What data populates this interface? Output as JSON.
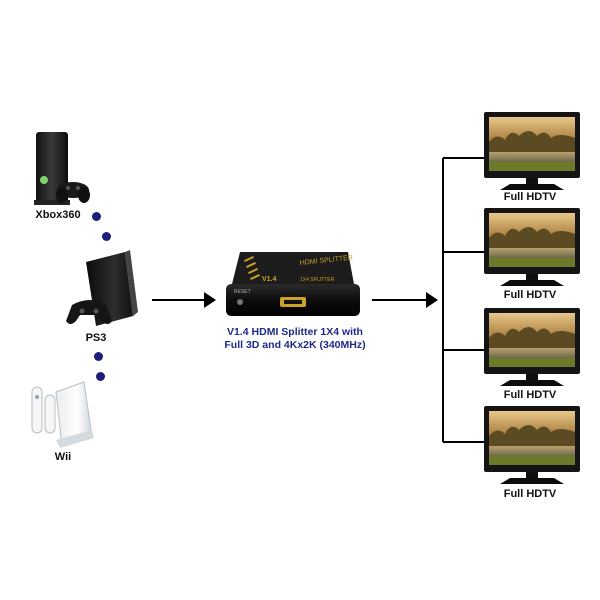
{
  "sources": [
    {
      "label": "Xbox360",
      "icon": "xbox360-console-icon"
    },
    {
      "label": "PS3",
      "icon": "ps3-console-icon"
    },
    {
      "label": "Wii",
      "icon": "wii-console-icon"
    }
  ],
  "splitter": {
    "caption_line1": "V1.4 HDMI Splitter 1X4 with",
    "caption_line2": "Full 3D and 4Kx2K (340MHz)",
    "device_text_top": "HDMI SPLITTER",
    "device_text_version": "V1.4",
    "device_text_model": "1X4 SPLITTER",
    "device_text_reset": "RESET"
  },
  "outputs": [
    {
      "label": "Full HDTV"
    },
    {
      "label": "Full HDTV"
    },
    {
      "label": "Full HDTV"
    },
    {
      "label": "Full HDTV"
    }
  ],
  "colors": {
    "dot": "#1c1c7a",
    "caption": "#1d2a8a",
    "device_gold": "#c9a227"
  }
}
